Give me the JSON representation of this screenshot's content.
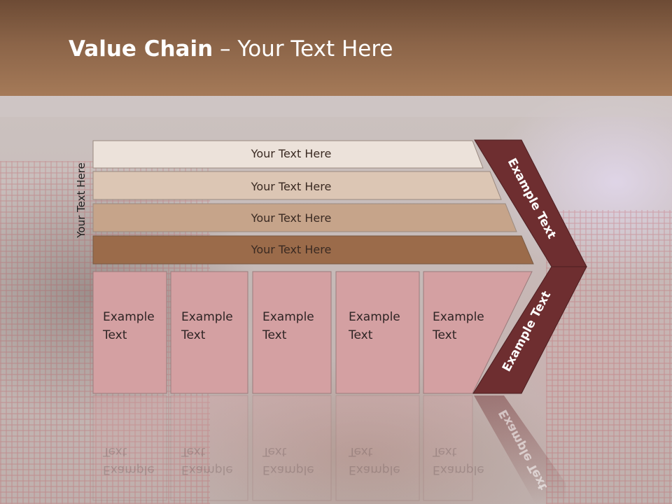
{
  "slide": {
    "title_bold": "Value Chain",
    "title_rest": " – Your Text Here",
    "side_label": "Your Text Here"
  },
  "bars": [
    {
      "label": "Your Text Here",
      "color": "#ece2da"
    },
    {
      "label": "Your Text Here",
      "color": "#dcc6b4"
    },
    {
      "label": "Your Text Here",
      "color": "#c6a48a"
    },
    {
      "label": "Your Text Here",
      "color": "#9b6b4a"
    }
  ],
  "boxes": [
    {
      "line1": "Example",
      "line2": "Text"
    },
    {
      "line1": "Example",
      "line2": "Text"
    },
    {
      "line1": "Example",
      "line2": "Text"
    },
    {
      "line1": "Example",
      "line2": "Text"
    },
    {
      "line1": "Example",
      "line2": "Text"
    }
  ],
  "chevrons": {
    "upper_label": "Example Text",
    "lower_label": "Example Text",
    "color": "#6e2e30"
  },
  "colors": {
    "box_fill": "#d4a0a2",
    "header": "#8b6448"
  }
}
